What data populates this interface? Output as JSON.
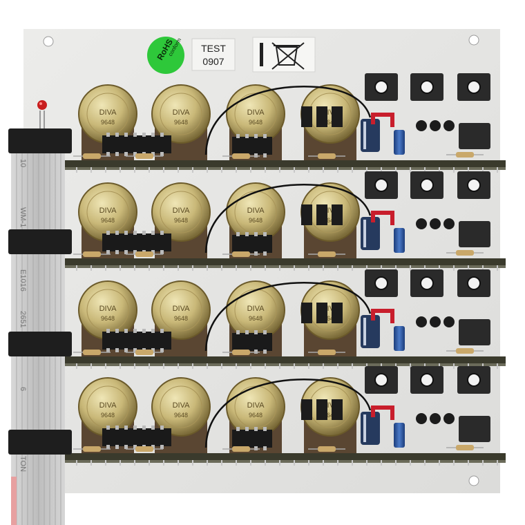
{
  "labels": {
    "test_line1": "TEST",
    "test_line2": "0907",
    "rohs_line1": "RoHS",
    "rohs_line2": "conform"
  },
  "pot_marking": "DIVA",
  "pot_code": "9648",
  "ribbon_text": [
    "TON",
    "6",
    "2651",
    "E1016",
    "WM-1",
    "10"
  ],
  "colors": {
    "panel": "#e6e6e4",
    "pcb": "#3a3a2c",
    "pot_body": "#c9b878",
    "rohs_green": "#2ec83a",
    "ribbon": "#cfcfcf",
    "jack": "#2a2a2a"
  },
  "icons": [
    "weee-bin-icon",
    "led-icon"
  ]
}
